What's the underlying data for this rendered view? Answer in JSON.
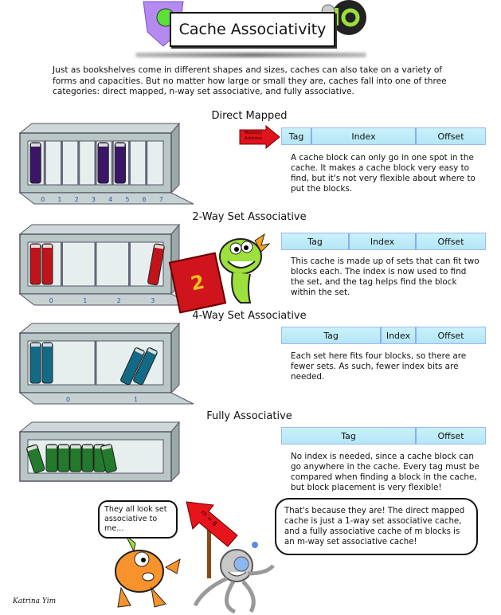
{
  "header": {
    "title": "Cache Associativity"
  },
  "intro": "Just as bookshelves come in different shapes and sizes, caches can also take on a variety of forms and capacities. But no matter how large or small they are, caches fall into one of three categories: direct mapped, n-way set associative, and fully associative.",
  "sections": [
    {
      "title": "Direct Mapped",
      "arrow_label": "Memory Address",
      "fields": [
        "Tag",
        "Index",
        "Offset"
      ],
      "description": "A cache block can only go in one spot in the cache. It makes a cache block very easy to find, but it's not very flexible about where to put the blocks.",
      "shelf": {
        "slot_labels": [
          "0",
          "1",
          "2",
          "3",
          "4",
          "5",
          "6",
          "7"
        ],
        "occupied": [
          0,
          4,
          5
        ],
        "book_color": "#3d1566"
      }
    },
    {
      "title": "2-Way Set Associative",
      "fields": [
        "Tag",
        "Index",
        "Offset"
      ],
      "description": "This cache is made up of sets that can fit two blocks each. The index is now used to find the set, and the tag helps find the block within the set.",
      "book_label": "2",
      "shelf": {
        "slot_labels": [
          "0",
          "1",
          "2",
          "3"
        ],
        "book_color": "#c0141a"
      }
    },
    {
      "title": "4-Way Set Associative",
      "fields": [
        "Tag",
        "Index",
        "Offset"
      ],
      "description": "Each set here fits four blocks, so there are fewer sets. As such, fewer index bits are needed.",
      "shelf": {
        "slot_labels": [
          "0",
          "1"
        ],
        "book_color": "#136a86"
      }
    },
    {
      "title": "Fully Associative",
      "fields": [
        "Tag",
        "Offset"
      ],
      "description": "No index is needed, since a cache block can go anywhere in the cache. Every tag must be compared when finding a block in the cache, but block placement is very flexible!",
      "shelf": {
        "slot_labels": [],
        "book_color": "#237a2c"
      }
    }
  ],
  "dialogue": {
    "left_bubble": "They all look set associative to me...",
    "right_bubble": "That's because they are! The direct mapped cache is just a 1-way set associative cache, and a fully associative cache of m blocks is an m-way set associative cache!",
    "sign": "m = 8"
  },
  "signature": "Katrina Yim"
}
